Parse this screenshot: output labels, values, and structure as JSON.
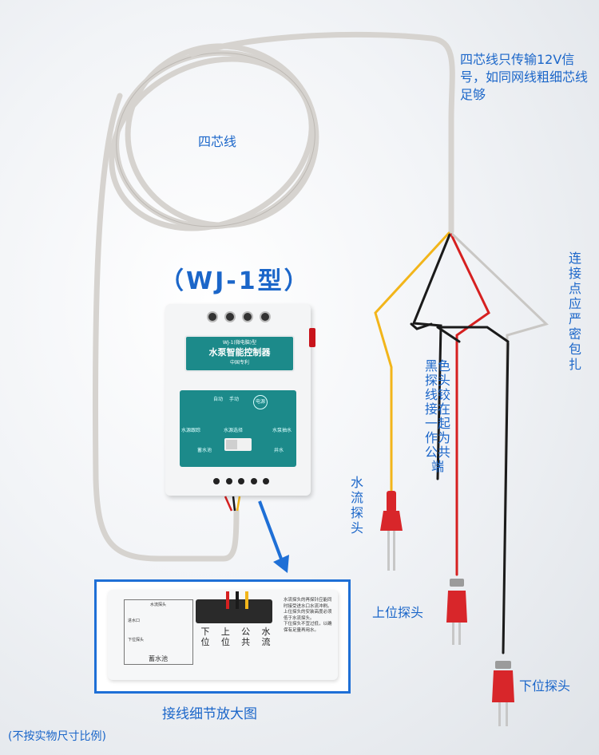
{
  "labels": {
    "four_core": "四芯线",
    "signal_note": "四芯线只传输12V信号，如同网线粗细芯线足够",
    "junction_note": "连接点应严密包扎",
    "common_note": "黑色探头线铰接在一起作为公共端",
    "flow_probe": "水流探头",
    "upper_probe": "上位探头",
    "lower_probe": "下位探头",
    "model": "（WJ-1型）",
    "zoom_caption": "接线细节放大图",
    "footnote": "(不按实物尺寸比例)"
  },
  "controller": {
    "model_line": "WJ-1(微电脑)型",
    "title": "水泵智能控制器",
    "patent": "中国专利",
    "auto": "自动",
    "manual": "手动",
    "center_badge": "电源",
    "source_tracking": "水源跟踪",
    "source_select": "水源选择",
    "pump_water": "水泵抽水",
    "tank": "蓄水池",
    "well": "井水"
  },
  "terminals": [
    "下位",
    "上位",
    "公共",
    "水流"
  ],
  "zoom_diagram": {
    "flow_probe": "水流探头",
    "inlet": "进水口",
    "lower_probe": "下位探头",
    "tank": "蓄水池",
    "notes": [
      "水流探头的再探针应能同时接受进水口水流冲刷。",
      "上位探头的安装高度必须低于水流探头。",
      "下位探头不宜过低，以确保有足量再用水。"
    ]
  },
  "colors": {
    "accent": "#1b66c9",
    "panel": "#1c8a8a",
    "cable": "#dcd9d6",
    "wire_red": "#d62020",
    "wire_yellow": "#f2b51a",
    "wire_black": "#1a1a1a",
    "probe_red": "#d8262a"
  }
}
